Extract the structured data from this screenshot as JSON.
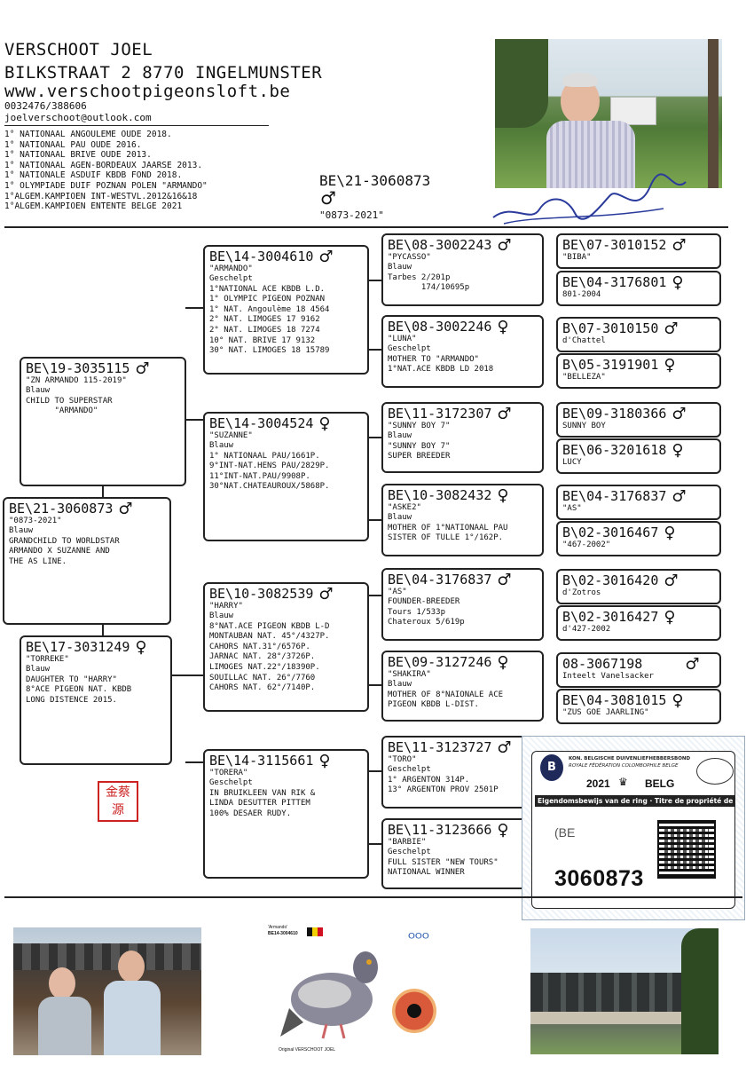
{
  "header": {
    "owner_name": "VERSCHOOT JOEL",
    "address": "BILKSTRAAT 2 8770 INGELMUNSTER",
    "website": "www.verschootpigeonsloft.be",
    "phone": "0032476/388606",
    "email": "joelverschoot@outlook.com",
    "achievements": [
      "1° NATIONAAL ANGOULEME OUDE 2018.",
      "1° NATIONAAL PAU OUDE 2016.",
      "1° NATIONAAL BRIVE OUDE 2013.",
      "1° NATIONAAL AGEN-BORDEAUX JAARSE 2013.",
      "1° NATIONALE ASDUIF KBDB FOND 2018.",
      "1° OLYMPIADE DUIF POZNAN POLEN \"ARMANDO\"",
      "1°ALGEM.KAMPIOEN INT-WESTVL.2012&16&18",
      "1°ALGEM.KAMPIOEN ENTENTE BELGE 2021"
    ],
    "subject_ring": "BE\\21-3060873",
    "subject_sex": "♂",
    "subject_name": "\"0873-2021\""
  },
  "pedigree": {
    "subject": {
      "ring": "BE\\21-3060873",
      "sex": "♂",
      "name": "\"0873-2021\"",
      "lines": [
        "Blauw",
        "GRANDCHILD TO WORLDSTAR",
        "ARMANDO X SUZANNE AND",
        "THE AS LINE."
      ]
    },
    "sire": {
      "ring": "BE\\19-3035115",
      "sex": "♂",
      "name": "\"ZN ARMANDO 115-2019\"",
      "lines": [
        "Blauw",
        "CHILD TO SUPERSTAR",
        "      \"ARMANDO\""
      ]
    },
    "dam": {
      "ring": "BE\\17-3031249",
      "sex": "♀",
      "name": "\"TORREKE\"",
      "lines": [
        "Blauw",
        "DAUGHTER TO \"HARRY\"",
        "8°ACE PIGEON NAT. KBDB",
        "LONG DISTENCE 2015."
      ]
    },
    "ss": {
      "ring": "BE\\14-3004610",
      "sex": "♂",
      "name": "\"ARMANDO\"",
      "lines": [
        "Geschelpt",
        "1°NATIONAL ACE KBDB L.D.",
        "1° OLYMPIC PIGEON POZNAN",
        "1° NAT. Angoulème 18 4564",
        "2° NAT. LIMOGES 17 9162",
        "2° NAT. LIMOGES 18 7274",
        "10° NAT. BRIVE 17 9132",
        "30° NAT. LIMOGES 18 15789"
      ]
    },
    "sd": {
      "ring": "BE\\14-3004524",
      "sex": "♀",
      "name": "\"SUZANNE\"",
      "lines": [
        "Blauw",
        "1° NATIONAAL PAU/1661P.",
        "9°INT-NAT.HENS PAU/2829P.",
        "11°INT-NAT.PAU/9908P.",
        "30°NAT.CHATEAUROUX/5868P."
      ]
    },
    "ds": {
      "ring": "BE\\10-3082539",
      "sex": "♂",
      "name": "\"HARRY\"",
      "lines": [
        "Blauw",
        "8°NAT.ACE PIGEON KBDB L-D",
        "MONTAUBAN NAT. 45°/4327P.",
        "CAHORS NAT.31°/6576P.",
        "JARNAC NAT. 28°/3726P.",
        "LIMOGES NAT.22°/18390P.",
        "SOUILLAC NAT. 26°/7760",
        "CAHORS NAT. 62°/7140P."
      ]
    },
    "dd": {
      "ring": "BE\\14-3115661",
      "sex": "♀",
      "name": "\"TORERA\"",
      "lines": [
        "Geschelpt",
        "IN BRUIKLEEN VAN RIK &",
        "LINDA DESUTTER PITTEM",
        "100% DESAER RUDY."
      ]
    },
    "sss": {
      "ring": "BE\\08-3002243",
      "sex": "♂",
      "name": "\"PYCASSO\"",
      "lines": [
        "Blauw",
        "Tarbes 2/201p",
        "       174/10695p"
      ]
    },
    "ssd": {
      "ring": "BE\\08-3002246",
      "sex": "♀",
      "name": "\"LUNA\"",
      "lines": [
        "Geschelpt",
        "MOTHER TO \"ARMANDO\"",
        "1°NAT.ACE KBDB LD 2018"
      ]
    },
    "sds": {
      "ring": "BE\\11-3172307",
      "sex": "♂",
      "name": "\"SUNNY BOY 7\"",
      "lines": [
        "Blauw",
        "\"SUNNY BOY 7\"",
        "SUPER BREEDER"
      ]
    },
    "sdd": {
      "ring": "BE\\10-3082432",
      "sex": "♀",
      "name": "\"ASKE2\"",
      "lines": [
        "Blauw",
        "MOTHER OF 1°NATIONAAL PAU",
        "SISTER OF TULLE 1°/162P."
      ]
    },
    "dss": {
      "ring": "BE\\04-3176837",
      "sex": "♂",
      "name": "\"AS\"",
      "lines": [
        "FOUNDER-BREEDER",
        "Tours 1/533p",
        "Chateroux 5/619p"
      ]
    },
    "dsd": {
      "ring": "BE\\09-3127246",
      "sex": "♀",
      "name": "\"SHAKIRA\"",
      "lines": [
        "Blauw",
        "MOTHER OF 8°NAIONALE ACE",
        "PIGEON KBDB L-DIST."
      ]
    },
    "dds": {
      "ring": "BE\\11-3123727",
      "sex": "♂",
      "name": "\"TORO\"",
      "lines": [
        "Geschelpt",
        "1° ARGENTON 314P.",
        "13° ARGENTON PROV 2501P"
      ]
    },
    "ddd": {
      "ring": "BE\\11-3123666",
      "sex": "♀",
      "name": "\"BARBIE\"",
      "lines": [
        "Geschelpt",
        "FULL SISTER \"NEW TOURS\"",
        "NATIONAAL WINNER"
      ]
    },
    "g1": {
      "ring": "BE\\07-3010152",
      "sex": "♂",
      "line": "\"BIBA\""
    },
    "g2": {
      "ring": "BE\\04-3176801",
      "sex": "♀",
      "line": "801-2004"
    },
    "g3": {
      "ring": "B\\07-3010150",
      "sex": "♂",
      "line": "d'Chattel"
    },
    "g4": {
      "ring": "B\\05-3191901",
      "sex": "♀",
      "line": "\"BELLEZA\""
    },
    "g5": {
      "ring": "BE\\09-3180366",
      "sex": "♂",
      "line": "SUNNY BOY"
    },
    "g6": {
      "ring": "BE\\06-3201618",
      "sex": "♀",
      "line": "LUCY"
    },
    "g7": {
      "ring": "BE\\04-3176837",
      "sex": "♂",
      "line": "\"AS\""
    },
    "g8": {
      "ring": "B\\02-3016467",
      "sex": "♀",
      "line": "\"467-2002\""
    },
    "g9": {
      "ring": "B\\02-3016420",
      "sex": "♂",
      "line": "d'Zotros"
    },
    "g10": {
      "ring": "B\\02-3016427",
      "sex": "♀",
      "line": "d'427-2002"
    },
    "g11": {
      "ring": "08-3067198",
      "sex": "♂",
      "line": "Inteelt Vanelsacker"
    },
    "g12": {
      "ring": "BE\\04-3081015",
      "sex": "♀",
      "line": "\"ZUS GOE JAARLING\""
    }
  },
  "ring_card": {
    "org_nl": "KON. BELGISCHE DUIVENLIEFHEBBERSBOND",
    "org_fr": "ROYALE FÉDÉRATION COLOMBOPHILE BELGE",
    "year": "2021",
    "country": "BELG",
    "title": "Eigendomsbewijs van de ring · Titre de propriété de la bague",
    "prefix": "(BE",
    "number": "3060873"
  },
  "stamp_text": "金蔡源",
  "bottom": {
    "center_title": "'Armando'",
    "center_ring": "BE14-3004610",
    "center_caption": "Original VERSCHOOT JOEL"
  },
  "colors": {
    "ink": "#111111",
    "stamp": "#cc2222",
    "card_border": "#99aabb"
  }
}
